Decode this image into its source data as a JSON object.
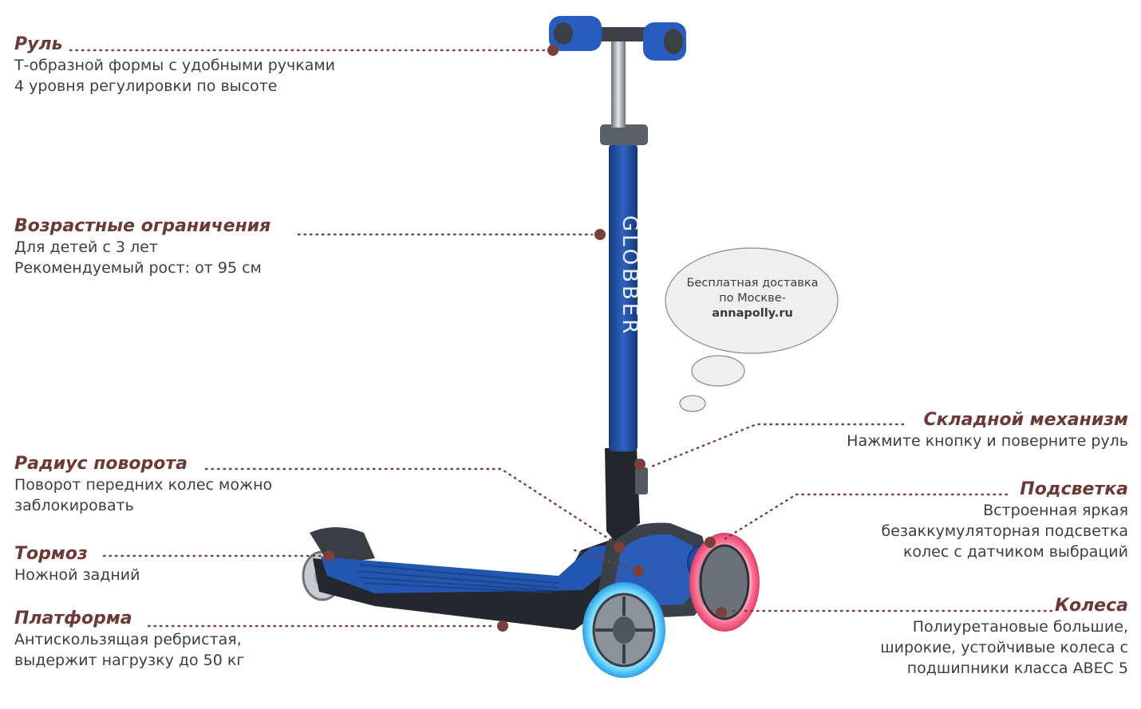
{
  "callouts": {
    "handlebar": {
      "title": "Руль",
      "lines": [
        "Т-образной формы с удобными ручками",
        "4 уровня регулировки по высоте"
      ]
    },
    "age": {
      "title": "Возрастные ограничения",
      "lines": [
        "Для детей с 3 лет",
        "Рекомендуемый рост: от 95 см"
      ]
    },
    "turning": {
      "title": "Радиус поворота",
      "lines": [
        "Поворот передних колес можно",
        "заблокировать"
      ]
    },
    "brake": {
      "title": "Тормоз",
      "lines": [
        "Ножной задний"
      ]
    },
    "platform": {
      "title": "Платформа",
      "lines": [
        "Антискользящая ребристая,",
        "выдержит нагрузку до 50 кг"
      ]
    },
    "folding": {
      "title": "Складной механизм",
      "lines": [
        "Нажмите кнопку и поверните руль"
      ]
    },
    "lights": {
      "title": "Подсветка",
      "lines": [
        "Встроенная яркая",
        "безаккумуляторная подсветка",
        "колес с датчиком выбраций"
      ]
    },
    "wheels": {
      "title": "Колеса",
      "lines": [
        "Полиуретановые большие,",
        "широкие, устойчивые колеса с",
        "подшипники класса ABEC 5"
      ]
    }
  },
  "bubble": {
    "line1": "Бесплатная доставка",
    "line2": "по Москве-",
    "site": "annapolly.ru"
  },
  "brand_text": "GLOBBER",
  "colors": {
    "title": "#6b3a36",
    "text": "#3e3e3e",
    "dot": "#7a3f3b",
    "scooter_blue": "#1f4fa3",
    "deck_dark": "#2b2e33"
  }
}
